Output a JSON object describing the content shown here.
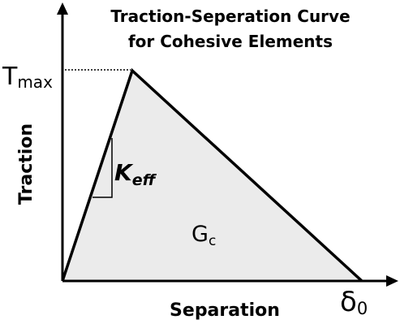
{
  "title": {
    "line1": "Traction-Seperation Curve",
    "line2": "for Cohesive Elements"
  },
  "axes": {
    "x_label": "Separation",
    "y_label": "Traction"
  },
  "labels": {
    "t_max_main": "T",
    "t_max_sub": "max",
    "k_eff_main": "K",
    "k_eff_sub": "eff",
    "g_c_main": "G",
    "g_c_sub": "c",
    "delta_main": "δ",
    "delta_sub": "0"
  },
  "colors": {
    "area_fill": "#ebebeb",
    "stroke": "#000000"
  }
}
